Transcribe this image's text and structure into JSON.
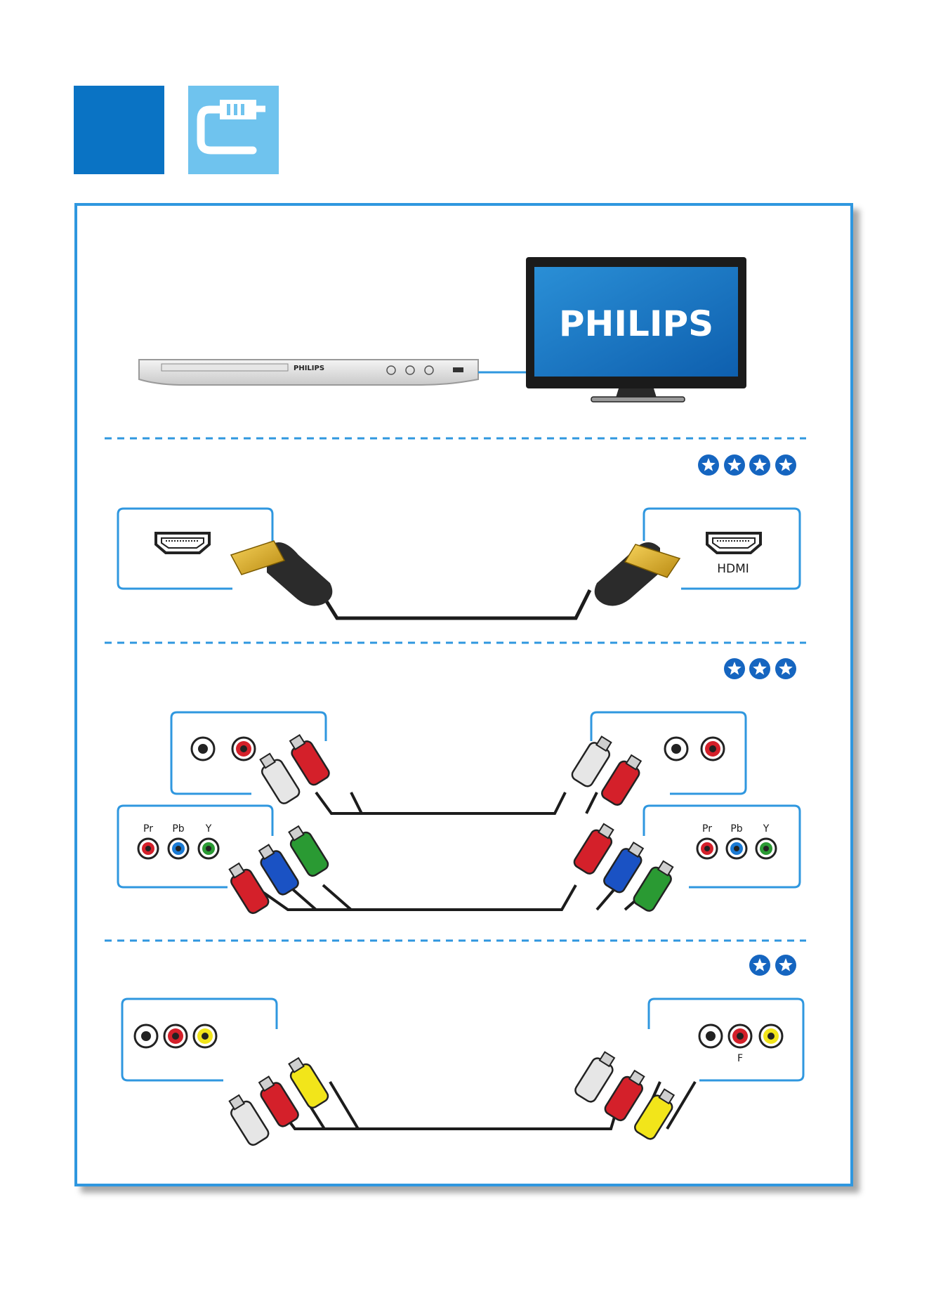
{
  "header": {
    "section_icon": "cable-plug-icon"
  },
  "devices": {
    "player_brand": "PHILIPS",
    "tv_brand": "PHILIPS"
  },
  "options": [
    {
      "id": "hdmi",
      "rating": 4,
      "sink_label": "HDMI"
    },
    {
      "id": "component",
      "rating": 3,
      "component_labels": [
        "Pr",
        "Pb",
        "Y"
      ]
    },
    {
      "id": "composite",
      "rating": 2,
      "sink_label": "F"
    }
  ],
  "colors": {
    "frame": "#2f97df",
    "section": "#0a73c4",
    "tile": "#6fc3ee",
    "star": "#1565c0",
    "white_rca": "#e8e8e8",
    "red_rca": "#d4202a",
    "blue_rca": "#1a52c4",
    "green_rca": "#2a9a33",
    "yellow_rca": "#f2e51a"
  }
}
